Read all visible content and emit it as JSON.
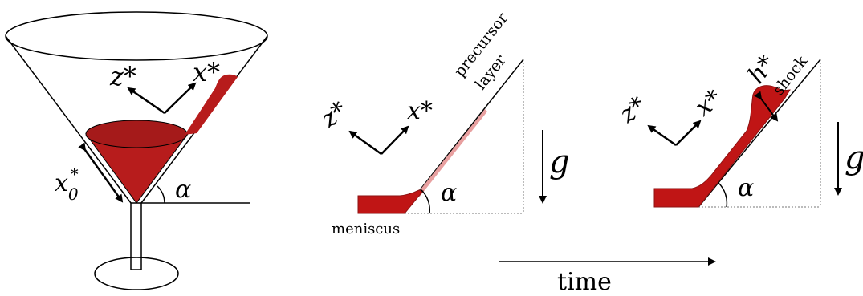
{
  "glass": {
    "axis_z": "z*",
    "axis_x": "x*",
    "distance": "x0*",
    "angle": "α"
  },
  "panel_early": {
    "axis_z": "z*",
    "axis_x": "x*",
    "precursor_line1": "precursor",
    "precursor_line2": "layer",
    "gravity": "g",
    "angle": "α",
    "meniscus": "meniscus"
  },
  "panel_late": {
    "axis_z": "z*",
    "axis_x": "x*",
    "height": "h*",
    "shock": "shock",
    "gravity": "g",
    "angle": "α"
  },
  "time_label": "time",
  "colors": {
    "liquid": "#b71c1c",
    "liquid_dark": "#8e1212",
    "precursor": "#e8a0a0",
    "line": "#000000"
  }
}
